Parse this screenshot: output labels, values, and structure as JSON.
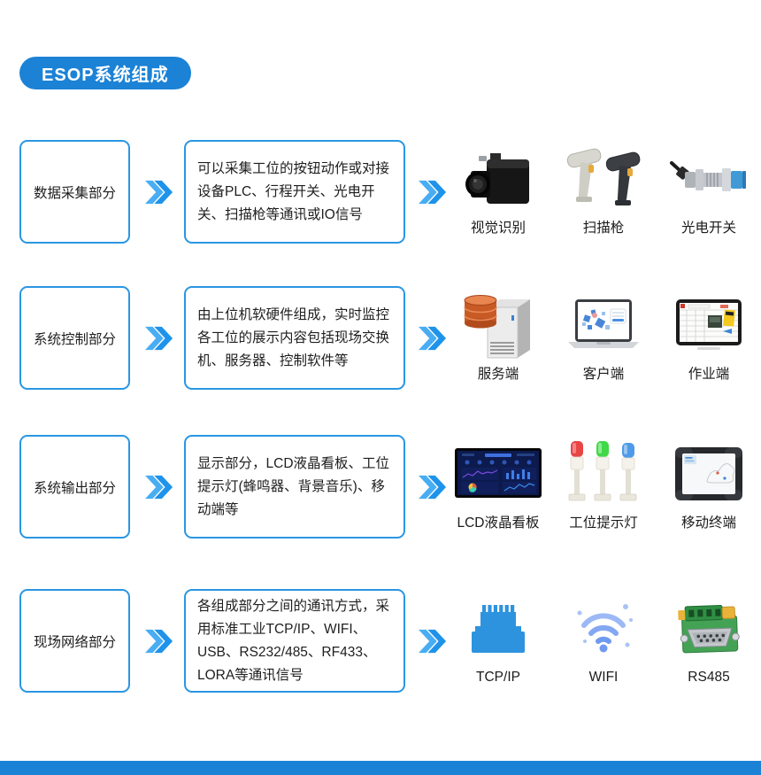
{
  "page": {
    "accent_blue": "#1b82d6",
    "border_blue": "#2a96e3",
    "chevron_blue": "#2d9ff0",
    "text_color": "#1e1e1e"
  },
  "title": {
    "text": "ESOP系统组成"
  },
  "rows": [
    {
      "label": "数据采集部分",
      "description": "可以采集工位的按钮动作或对接设备PLC、行程开关、光电开关、扫描枪等通讯或IO信号",
      "items": [
        {
          "icon": "industrial-camera-icon",
          "label": "视觉识别"
        },
        {
          "icon": "barcode-scanner-icon",
          "label": "扫描枪"
        },
        {
          "icon": "photoelectric-switch-icon",
          "label": "光电开关"
        }
      ]
    },
    {
      "label": "系统控制部分",
      "description": "由上位机软硬件组成，实时监控各工位的展示内容包括现场交换机、服务器、控制软件等",
      "items": [
        {
          "icon": "server-database-icon",
          "label": "服务端"
        },
        {
          "icon": "laptop-client-icon",
          "label": "客户端"
        },
        {
          "icon": "work-instruction-display-icon",
          "label": "作业端"
        }
      ]
    },
    {
      "label": "系统输出部分",
      "description": "显示部分，LCD液晶看板、工位提示灯(蜂鸣器、背景音乐)、移动端等",
      "items": [
        {
          "icon": "lcd-dashboard-icon",
          "label": "LCD液晶看板"
        },
        {
          "icon": "tower-light-icon",
          "label": "工位提示灯"
        },
        {
          "icon": "rugged-tablet-icon",
          "label": "移动终端"
        }
      ]
    },
    {
      "label": "现场网络部分",
      "description": "各组成部分之间的通讯方式，采用标准工业TCP/IP、WIFI、USB、RS232/485、RF433、LORA等通讯信号",
      "items": [
        {
          "icon": "ethernet-port-icon",
          "label": "TCP/IP"
        },
        {
          "icon": "wifi-icon",
          "label": "WIFI"
        },
        {
          "icon": "rs485-adapter-icon",
          "label": "RS485"
        }
      ]
    }
  ]
}
